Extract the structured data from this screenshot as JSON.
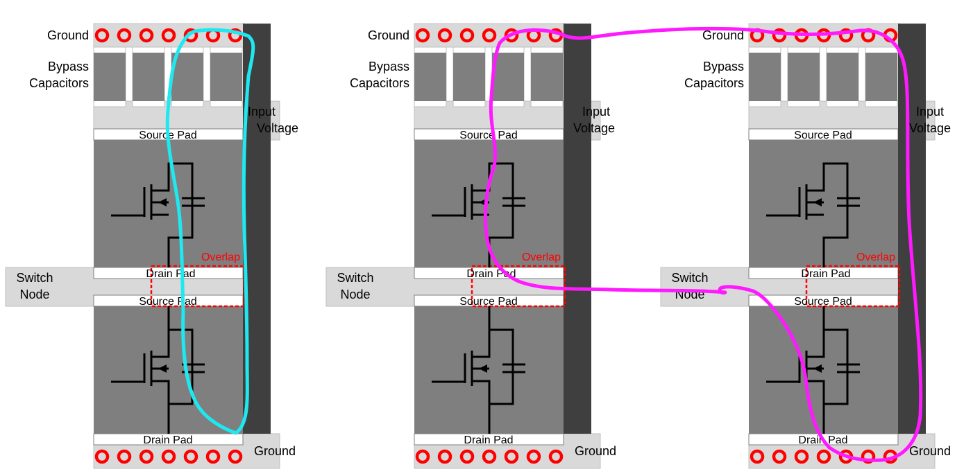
{
  "labels": {
    "ground": "Ground",
    "bypass_line1": "Bypass",
    "bypass_line2": "Capacitors",
    "input_line1": "Input",
    "input_line2": "Voltage",
    "source_pad": "Source Pad",
    "drain_pad": "Drain Pad",
    "overlap": "Overlap",
    "switch_line1": "Switch",
    "switch_line2": "Node"
  },
  "colors": {
    "board_gray": "#7f7f7f",
    "light_gray": "#d9d9d9",
    "dark_strip": "#3f3f3f",
    "via_red": "#ff0000",
    "overlap_red": "#ff0000",
    "loop_cyan": "#1ee8f0",
    "loop_magenta": "#ff19ff"
  },
  "panels": [
    {
      "id": "left",
      "loop": "cyan"
    },
    {
      "id": "middle",
      "loop": "magenta"
    },
    {
      "id": "right",
      "loop": "magenta"
    }
  ]
}
